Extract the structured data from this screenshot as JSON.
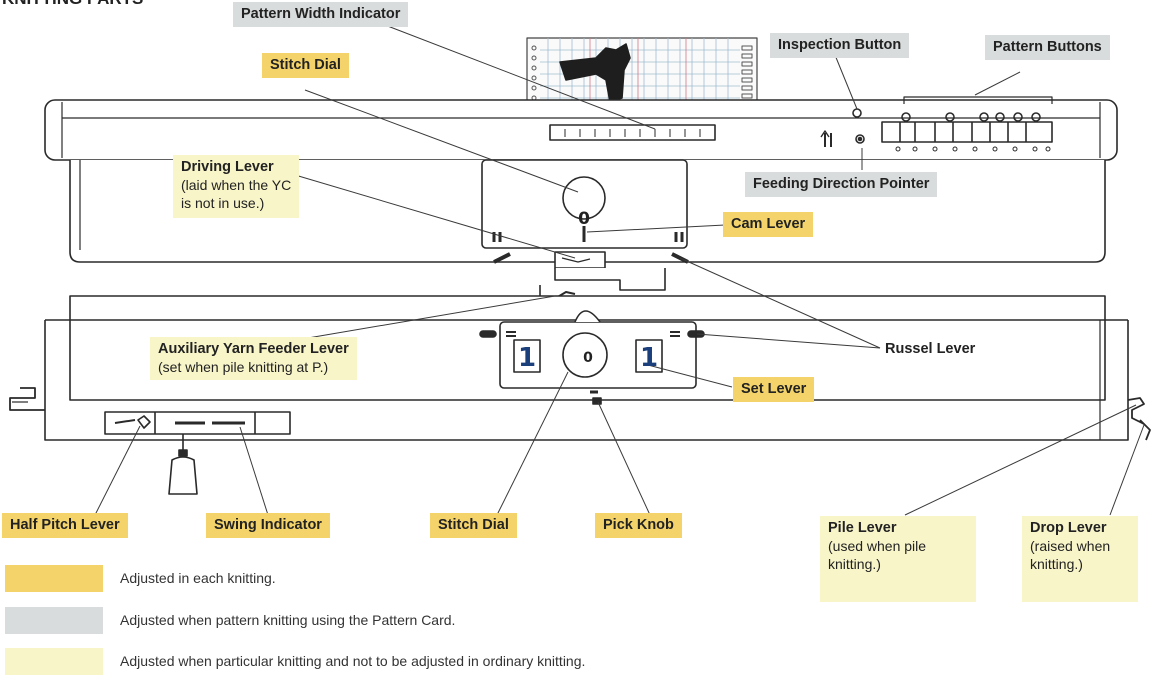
{
  "header_fragment": "KNITTING PARTS",
  "labels": {
    "pattern_width_indicator": "Pattern Width Indicator",
    "inspection_button": "Inspection Button",
    "pattern_buttons": "Pattern Buttons",
    "stitch_dial_top": "Stitch Dial",
    "driving_lever": "Driving Lever",
    "driving_lever_note": [
      "(laid when the YC",
      "is not in use.)"
    ],
    "feeding_direction_pointer": "Feeding Direction Pointer",
    "cam_lever": "Cam Lever",
    "auxiliary_yarn_feeder_lever": "Auxiliary Yarn Feeder Lever",
    "auxiliary_yarn_feeder_lever_note": "(set when pile knitting at P.)",
    "russel_lever": "Russel Lever",
    "set_lever": "Set Lever",
    "half_pitch_lever": "Half Pitch Lever",
    "swing_indicator": "Swing Indicator",
    "stitch_dial_bottom": "Stitch Dial",
    "pick_knob": "Pick Knob",
    "pile_lever": "Pile Lever",
    "pile_lever_note": [
      "(used when pile",
      "knitting.)"
    ],
    "drop_lever": "Drop Lever",
    "drop_lever_note": [
      "(raised when",
      "knitting.)"
    ]
  },
  "machine_marks": {
    "upper_dial": "0",
    "lower_dial": "0",
    "left_set": "1",
    "right_set": "1"
  },
  "legend": [
    {
      "color": "#f4d46a",
      "text": "Adjusted in each knitting."
    },
    {
      "color": "#d9dcdc",
      "text": "Adjusted when pattern knitting using the Pattern Card."
    },
    {
      "color": "#f8f5c9",
      "text": "Adjusted when particular knitting and  not to be adjusted in ordinary knitting."
    }
  ],
  "colors": {
    "yellow": "#f4d46a",
    "gray": "#d9dcdc",
    "pale": "#f8f5c9",
    "line": "#2a2a2a"
  }
}
